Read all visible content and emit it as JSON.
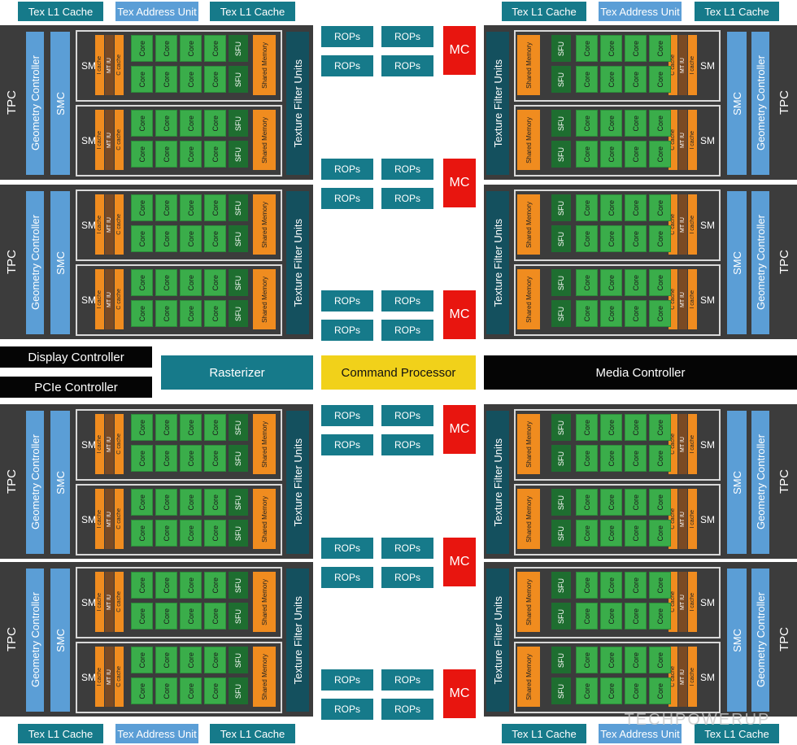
{
  "top_row": [
    "Tex L1 Cache",
    "Tex Address Unit",
    "Tex L1 Cache"
  ],
  "bottom_row": [
    "Tex L1 Cache",
    "Tex Address Unit",
    "Tex L1 Cache"
  ],
  "tpc": {
    "title": "TPC",
    "geometry": "Geometry Controller",
    "smc": "SMC",
    "tfu": "Texture Filter Units"
  },
  "sm": {
    "title": "SM",
    "caches": [
      "I cache",
      "MT IU",
      "C cache"
    ],
    "core": "Core",
    "sfu": "SFU",
    "shared": "Shared Memory"
  },
  "rops": "ROPs",
  "mc": "MC",
  "controllers": {
    "display": "Display Controller",
    "pcie": "PCIe Controller",
    "rasterizer": "Rasterizer",
    "command": "Command Processor",
    "media": "Media Controller"
  },
  "watermark": "TECHPOWERUP"
}
